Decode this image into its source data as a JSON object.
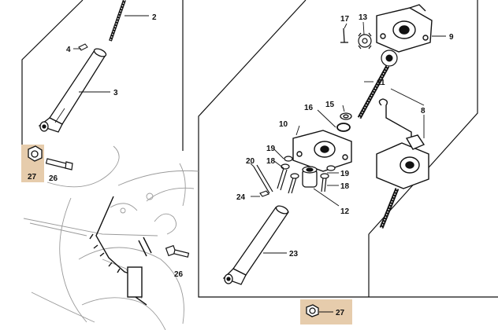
{
  "colors": {
    "ink": "#111111",
    "paper": "#ffffff",
    "highlight": "#e6ccac",
    "pale-ink": "#9a9a9a"
  },
  "diagram": {
    "callouts": {
      "c2": "2",
      "c3": "3",
      "c4": "4",
      "c8": "8",
      "c9": "9",
      "c10": "10",
      "c11": "11",
      "c12": "12",
      "c13": "13",
      "c15": "15",
      "c16": "16",
      "c17": "17",
      "c18a": "18",
      "c18b": "18",
      "c19a": "19",
      "c19b": "19",
      "c20": "20",
      "c23": "23",
      "c24": "24",
      "c26a": "26",
      "c26b": "26",
      "c27a": "27",
      "c27b": "27"
    }
  }
}
